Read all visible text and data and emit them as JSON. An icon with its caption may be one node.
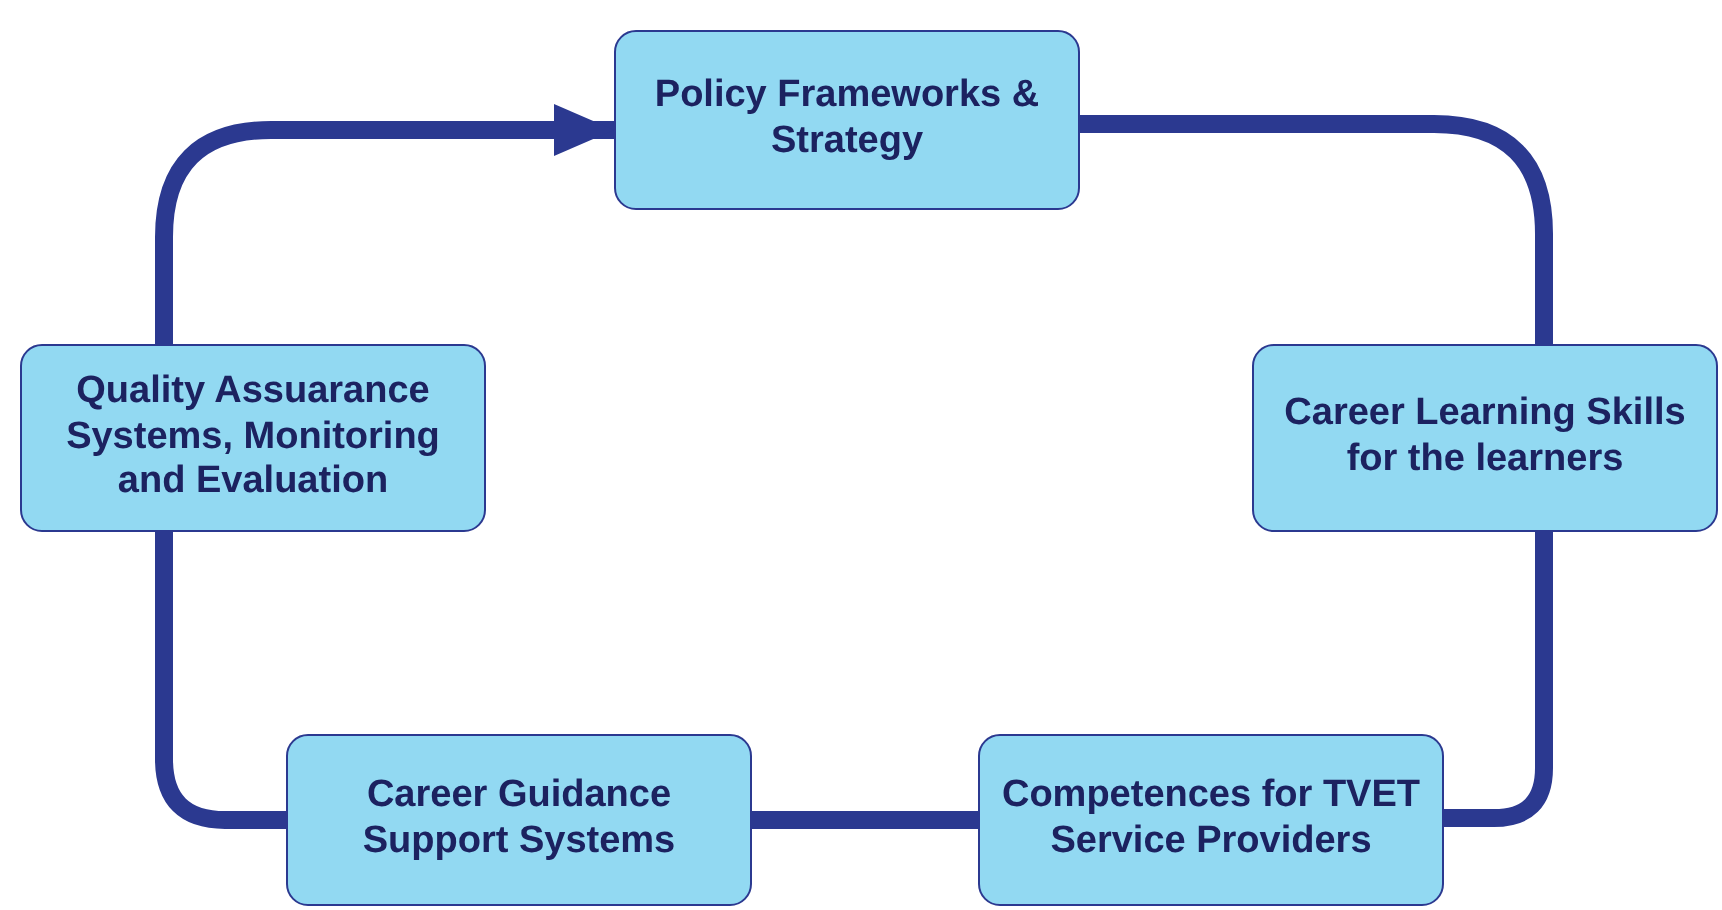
{
  "diagram": {
    "nodes": [
      {
        "text": [
          "Policy Frameworks & Strategy"
        ]
      },
      {
        "text": [
          "Career Learning Skills for the learners"
        ]
      },
      {
        "text": [
          "Competences for TVET Service Providers"
        ]
      },
      {
        "text": [
          "Career Guidance Support Systems"
        ]
      },
      {
        "text": [
          "Quality Assuarance Systems, Monitoring and Evaluation"
        ]
      }
    ],
    "edges": [
      {
        "from": 4,
        "to": 0,
        "arrow": "to"
      },
      {
        "from": 0,
        "to": 1,
        "arrow": "none"
      },
      {
        "from": 1,
        "to": 2,
        "arrow": "none"
      },
      {
        "from": 2,
        "to": 3,
        "arrow": "none"
      },
      {
        "from": 3,
        "to": 4,
        "arrow": "none"
      }
    ]
  }
}
